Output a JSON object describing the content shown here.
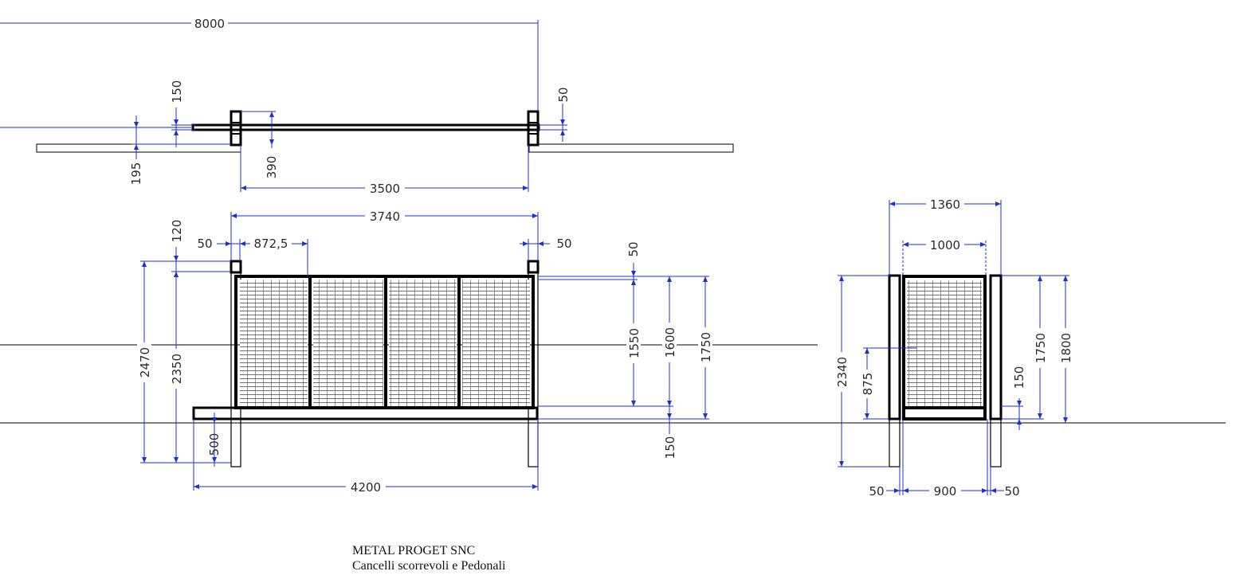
{
  "title_block": {
    "company": "METAL PROGET SNC",
    "subtitle": "Cancelli scorrevoli e Pedonali"
  },
  "plan_view": {
    "dims": {
      "overall": "8000",
      "h150": "150",
      "h50": "50",
      "h195": "195",
      "h390": "390",
      "width": "3500"
    }
  },
  "sliding_gate": {
    "dims": {
      "overall": "3740",
      "post_left": "50",
      "bay": "872,5",
      "post_right": "50",
      "top120": "120",
      "h2470": "2470",
      "h2350": "2350",
      "h500": "500",
      "top50": "50",
      "h1550": "1550",
      "h1600": "1600",
      "h1750": "1750",
      "h150": "150",
      "total": "4200"
    }
  },
  "pedestrian_gate": {
    "dims": {
      "overall": "1360",
      "leaf": "1000",
      "h2340": "2340",
      "h875": "875",
      "h150": "150",
      "h1750": "1750",
      "h1800": "1800",
      "post_left": "50",
      "opening": "900",
      "post_right": "50"
    }
  },
  "colors": {
    "dimension": "#1f2fd1",
    "object": "#000000",
    "text": "#2b2b2b"
  }
}
